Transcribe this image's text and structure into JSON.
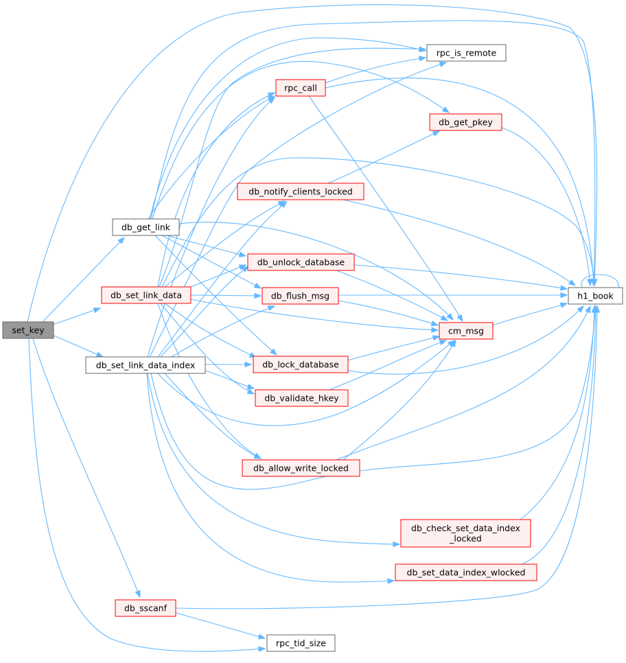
{
  "diagram": {
    "title": "",
    "nodes": [
      {
        "id": "set_key",
        "label": [
          "set_key"
        ],
        "style": "current"
      },
      {
        "id": "db_get_link",
        "label": [
          "db_get_link"
        ],
        "style": "normal"
      },
      {
        "id": "db_set_link_data",
        "label": [
          "db_set_link_data"
        ],
        "style": "red"
      },
      {
        "id": "db_set_link_data_index",
        "label": [
          "db_set_link_data_index"
        ],
        "style": "normal"
      },
      {
        "id": "db_sscanf",
        "label": [
          "db_sscanf"
        ],
        "style": "red"
      },
      {
        "id": "rpc_tid_size",
        "label": [
          "rpc_tid_size"
        ],
        "style": "normal"
      },
      {
        "id": "rpc_call",
        "label": [
          "rpc_call"
        ],
        "style": "red"
      },
      {
        "id": "rpc_is_remote",
        "label": [
          "rpc_is_remote"
        ],
        "style": "normal"
      },
      {
        "id": "db_get_pkey",
        "label": [
          "db_get_pkey"
        ],
        "style": "red"
      },
      {
        "id": "db_notify_clients_locked",
        "label": [
          "db_notify_clients_locked"
        ],
        "style": "red"
      },
      {
        "id": "db_unlock_database",
        "label": [
          "db_unlock_database"
        ],
        "style": "red"
      },
      {
        "id": "db_flush_msg",
        "label": [
          "db_flush_msg"
        ],
        "style": "red"
      },
      {
        "id": "db_lock_database",
        "label": [
          "db_lock_database"
        ],
        "style": "red"
      },
      {
        "id": "db_validate_hkey",
        "label": [
          "db_validate_hkey"
        ],
        "style": "red"
      },
      {
        "id": "db_allow_write_locked",
        "label": [
          "db_allow_write_locked"
        ],
        "style": "red"
      },
      {
        "id": "db_check_set_data_index_locked",
        "label": [
          "db_check_set_data_index",
          "_locked"
        ],
        "style": "red"
      },
      {
        "id": "db_set_data_index_wlocked",
        "label": [
          "db_set_data_index_wlocked"
        ],
        "style": "red"
      },
      {
        "id": "cm_msg",
        "label": [
          "cm_msg"
        ],
        "style": "red"
      },
      {
        "id": "h1_book",
        "label": [
          "h1_book"
        ],
        "style": "normal"
      }
    ],
    "edges": [
      [
        "set_key",
        "db_get_link"
      ],
      [
        "set_key",
        "db_set_link_data"
      ],
      [
        "set_key",
        "db_set_link_data_index"
      ],
      [
        "set_key",
        "db_sscanf"
      ],
      [
        "set_key",
        "rpc_tid_size"
      ],
      [
        "set_key",
        "h1_book"
      ],
      [
        "db_get_link",
        "rpc_call"
      ],
      [
        "db_get_link",
        "rpc_is_remote"
      ],
      [
        "db_get_link",
        "db_get_pkey"
      ],
      [
        "db_get_link",
        "db_unlock_database"
      ],
      [
        "db_get_link",
        "db_flush_msg"
      ],
      [
        "db_get_link",
        "db_lock_database"
      ],
      [
        "db_get_link",
        "cm_msg"
      ],
      [
        "db_get_link",
        "h1_book"
      ],
      [
        "db_set_link_data",
        "rpc_call"
      ],
      [
        "db_set_link_data",
        "rpc_is_remote"
      ],
      [
        "db_set_link_data",
        "db_notify_clients_locked"
      ],
      [
        "db_set_link_data",
        "db_unlock_database"
      ],
      [
        "db_set_link_data",
        "db_flush_msg"
      ],
      [
        "db_set_link_data",
        "db_lock_database"
      ],
      [
        "db_set_link_data",
        "db_validate_hkey"
      ],
      [
        "db_set_link_data",
        "db_allow_write_locked"
      ],
      [
        "db_set_link_data",
        "cm_msg"
      ],
      [
        "db_set_link_data",
        "h1_book"
      ],
      [
        "db_set_link_data_index",
        "rpc_call"
      ],
      [
        "db_set_link_data_index",
        "rpc_is_remote"
      ],
      [
        "db_set_link_data_index",
        "db_notify_clients_locked"
      ],
      [
        "db_set_link_data_index",
        "db_unlock_database"
      ],
      [
        "db_set_link_data_index",
        "db_flush_msg"
      ],
      [
        "db_set_link_data_index",
        "db_lock_database"
      ],
      [
        "db_set_link_data_index",
        "db_validate_hkey"
      ],
      [
        "db_set_link_data_index",
        "db_allow_write_locked"
      ],
      [
        "db_set_link_data_index",
        "db_check_set_data_index_locked"
      ],
      [
        "db_set_link_data_index",
        "db_set_data_index_wlocked"
      ],
      [
        "db_set_link_data_index",
        "cm_msg"
      ],
      [
        "db_set_link_data_index",
        "h1_book"
      ],
      [
        "rpc_call",
        "rpc_is_remote"
      ],
      [
        "rpc_call",
        "cm_msg"
      ],
      [
        "rpc_call",
        "h1_book"
      ],
      [
        "db_notify_clients_locked",
        "db_get_pkey"
      ],
      [
        "db_notify_clients_locked",
        "h1_book"
      ],
      [
        "db_get_pkey",
        "h1_book"
      ],
      [
        "db_unlock_database",
        "cm_msg"
      ],
      [
        "db_unlock_database",
        "h1_book"
      ],
      [
        "db_flush_msg",
        "cm_msg"
      ],
      [
        "db_flush_msg",
        "h1_book"
      ],
      [
        "db_lock_database",
        "cm_msg"
      ],
      [
        "db_lock_database",
        "h1_book"
      ],
      [
        "db_validate_hkey",
        "cm_msg"
      ],
      [
        "db_allow_write_locked",
        "cm_msg"
      ],
      [
        "db_allow_write_locked",
        "h1_book"
      ],
      [
        "db_check_set_data_index_locked",
        "h1_book"
      ],
      [
        "db_set_data_index_wlocked",
        "h1_book"
      ],
      [
        "db_sscanf",
        "rpc_tid_size"
      ],
      [
        "db_sscanf",
        "h1_book"
      ],
      [
        "cm_msg",
        "h1_book"
      ],
      [
        "h1_book",
        "h1_book"
      ]
    ]
  }
}
